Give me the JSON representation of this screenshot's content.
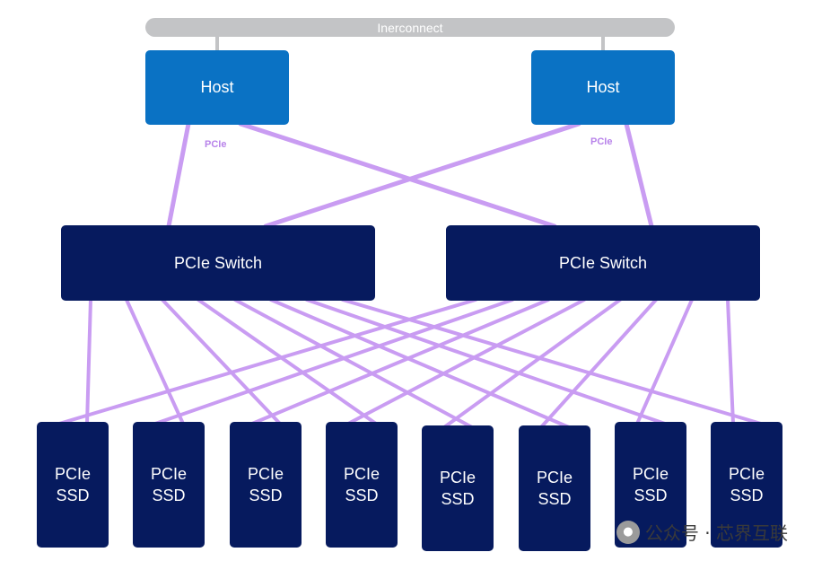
{
  "interconnect": {
    "label": "Inerconnect"
  },
  "hosts": [
    {
      "label": "Host",
      "link_label": "PCIe"
    },
    {
      "label": "Host",
      "link_label": "PCIe"
    }
  ],
  "switches": [
    {
      "label": "PCIe Switch"
    },
    {
      "label": "PCIe Switch"
    }
  ],
  "ssds": [
    {
      "line1": "PCIe",
      "line2": "SSD"
    },
    {
      "line1": "PCIe",
      "line2": "SSD"
    },
    {
      "line1": "PCIe",
      "line2": "SSD"
    },
    {
      "line1": "PCIe",
      "line2": "SSD"
    },
    {
      "line1": "PCIe",
      "line2": "SSD"
    },
    {
      "line1": "PCIe",
      "line2": "SSD"
    },
    {
      "line1": "PCIe",
      "line2": "SSD"
    },
    {
      "line1": "PCIe",
      "line2": "SSD"
    }
  ],
  "colors": {
    "bus": "#c3c4c6",
    "host": "#0a72c4",
    "switch": "#061a5e",
    "ssd": "#061a5e",
    "link": "#c99cf2"
  },
  "watermark": {
    "icon": "wechat-icon",
    "text": "公众号 · 芯界互联"
  }
}
